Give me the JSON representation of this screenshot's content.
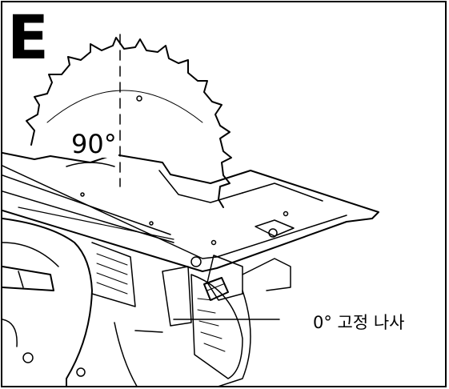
{
  "figure": {
    "letter": "E",
    "angle_label": "90°",
    "callout_label": "0° 고정 나사"
  },
  "colors": {
    "line": "#000000",
    "background": "#ffffff"
  },
  "icons": {
    "blade": "saw-blade-icon",
    "screw": "fixing-screw-icon"
  }
}
